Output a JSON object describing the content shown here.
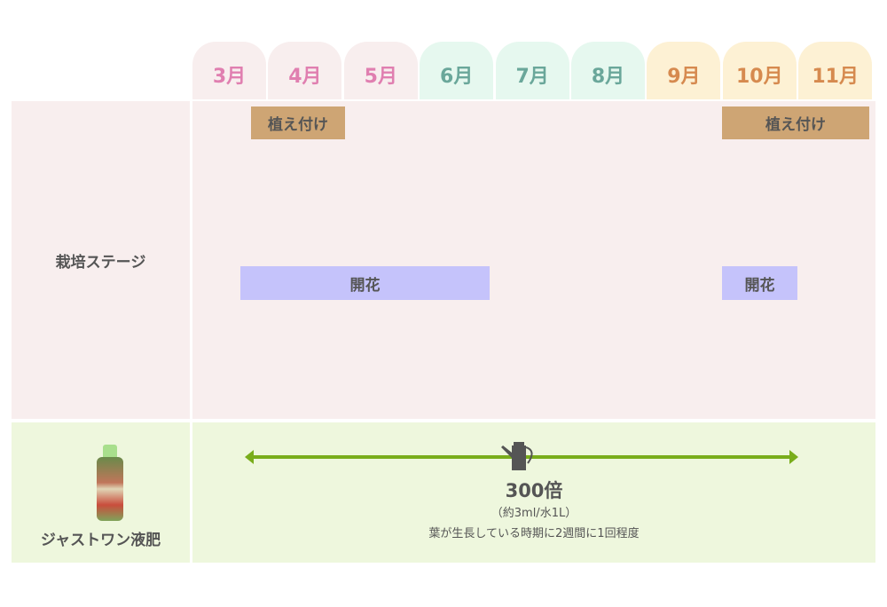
{
  "months": [
    {
      "label": "3月",
      "bg": "#f8eeee",
      "color": "#e07fb0"
    },
    {
      "label": "4月",
      "bg": "#f8eeee",
      "color": "#e07fb0"
    },
    {
      "label": "5月",
      "bg": "#f8eeee",
      "color": "#e07fb0"
    },
    {
      "label": "6月",
      "bg": "#e6f8ef",
      "color": "#6aa79a"
    },
    {
      "label": "7月",
      "bg": "#e6f8ef",
      "color": "#6aa79a"
    },
    {
      "label": "8月",
      "bg": "#e6f8ef",
      "color": "#6aa79a"
    },
    {
      "label": "9月",
      "bg": "#fdf1d4",
      "color": "#d68a4f"
    },
    {
      "label": "10月",
      "bg": "#fdf1d4",
      "color": "#d68a4f"
    },
    {
      "label": "11月",
      "bg": "#fdf1d4",
      "color": "#d68a4f"
    }
  ],
  "stage": {
    "label": "栽培ステージ",
    "planting": "植え付け",
    "flowering": "開花"
  },
  "fertilizer": {
    "label": "ジャストワン液肥",
    "ratio": "300倍",
    "amount": "（約3ml/水1L）",
    "frequency": "葉が生長している時期に2週間に1回程度"
  }
}
